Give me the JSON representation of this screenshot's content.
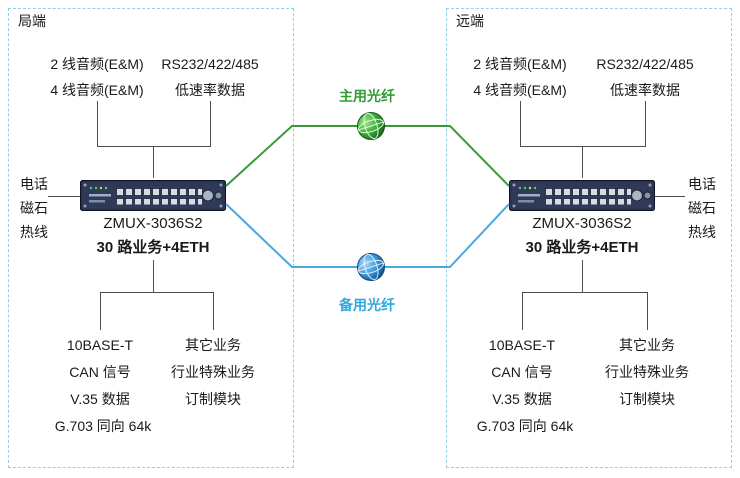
{
  "left": {
    "title": "局端",
    "top_col1": [
      "2 线音频(E&M)",
      "4 线音频(E&M)"
    ],
    "top_col2": [
      "RS232/422/485",
      "低速率数据"
    ],
    "side_labels": [
      "电话",
      "磁石",
      "热线"
    ],
    "device": {
      "model": "ZMUX-3036S2",
      "caption": "30 路业务+4ETH"
    },
    "bottom_col1": [
      "10BASE-T",
      "CAN 信号",
      "V.35 数据",
      "G.703 同向 64k"
    ],
    "bottom_col2": [
      "其它业务",
      "行业特殊业务",
      "订制模块"
    ]
  },
  "right": {
    "title": "远端",
    "top_col1": [
      "2 线音频(E&M)",
      "4 线音频(E&M)"
    ],
    "top_col2": [
      "RS232/422/485",
      "低速率数据"
    ],
    "side_labels": [
      "电话",
      "磁石",
      "热线"
    ],
    "device": {
      "model": "ZMUX-3036S2",
      "caption": "30 路业务+4ETH"
    },
    "bottom_col1": [
      "10BASE-T",
      "CAN 信号",
      "V.35 数据",
      "G.703 同向 64k"
    ],
    "bottom_col2": [
      "其它业务",
      "行业特殊业务",
      "订制模块"
    ]
  },
  "fibers": {
    "main": {
      "label": "主用光纤",
      "label_color": "#2f9d32",
      "line_color": "#3a9a3a"
    },
    "backup": {
      "label": "备用光纤",
      "label_color": "#2ea7df",
      "line_color": "#4aa8e0"
    }
  }
}
